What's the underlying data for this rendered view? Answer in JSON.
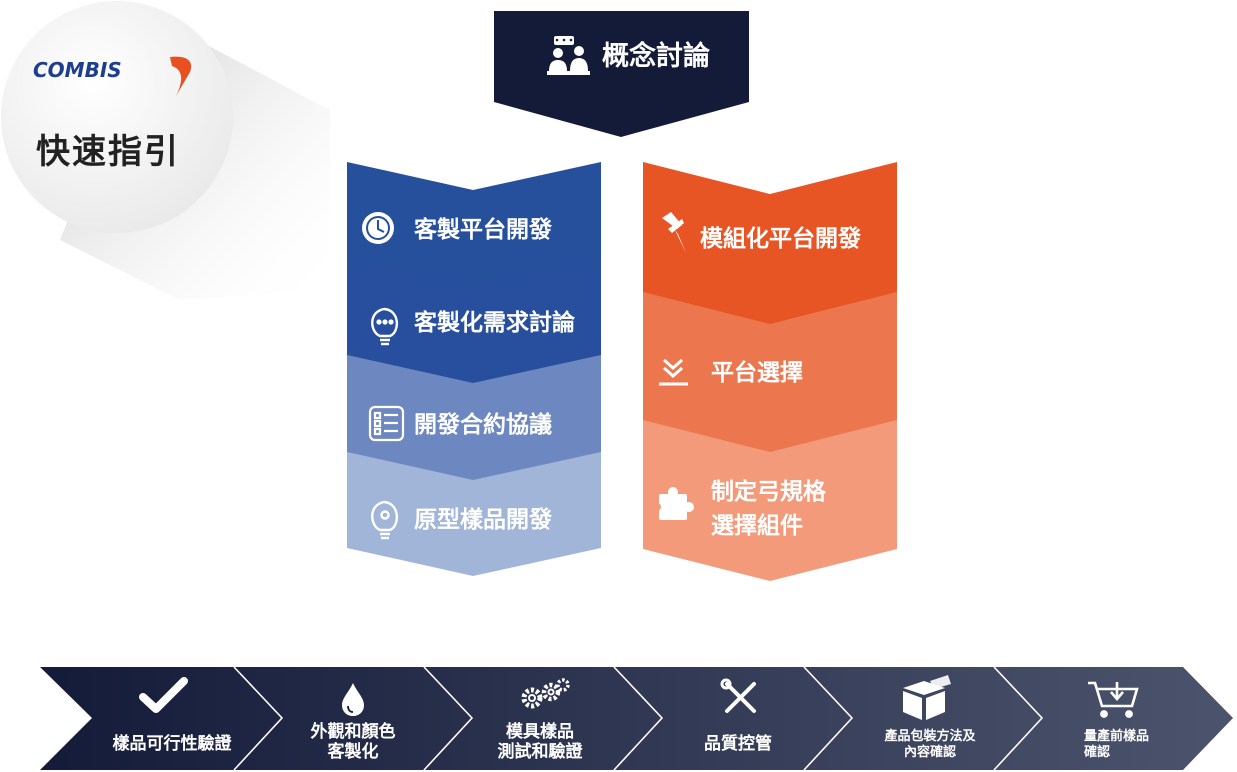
{
  "badge": {
    "brand": "COMBIS",
    "title": "快速指引",
    "brand_color": "#1d3d8f",
    "swoosh_color": "#e8501f"
  },
  "top": {
    "label": "概念討論",
    "icon": "discussion-icon",
    "color": "#141b39"
  },
  "left_column": [
    {
      "label": "客製平台開發",
      "icon": "clock-icon",
      "color": "#264f9c"
    },
    {
      "label": "客製化需求討論",
      "icon": "lightbulb-dots-icon",
      "color": "#284f9d"
    },
    {
      "label": "開發合約協議",
      "icon": "checklist-icon",
      "color": "#6d88c0"
    },
    {
      "label": "原型樣品開發",
      "icon": "lightbulb-gear-icon",
      "color": "#a1b5d8"
    }
  ],
  "right_column": [
    {
      "label": "模組化平台開發",
      "icon": "pushpin-icon",
      "color": "#e85524"
    },
    {
      "label": "平台選擇",
      "icon": "download-tray-icon",
      "color": "#ec774f"
    },
    {
      "label_line1": "制定弓規格",
      "label_line2": "選擇組件",
      "icon": "puzzle-icon",
      "color": "#f39a7a"
    }
  ],
  "bottom_steps": [
    {
      "line1": "樣品可行性驗證",
      "line2": "",
      "icon": "checkmark-icon"
    },
    {
      "line1": "外觀和顏色",
      "line2": "客製化",
      "icon": "paint-drop-icon"
    },
    {
      "line1": "模具樣品",
      "line2": "測試和驗證",
      "icon": "gears-icon"
    },
    {
      "line1": "品質控管",
      "line2": "",
      "icon": "tools-icon"
    },
    {
      "line1": "產品包裝方法及",
      "line2": "內容確認",
      "icon": "package-box-icon"
    },
    {
      "line1": "量產前樣品",
      "line2": "確認",
      "icon": "cart-download-icon"
    }
  ],
  "colors": {
    "bottom_gradient_start": "#141b39",
    "bottom_gradient_end": "#48506a"
  }
}
